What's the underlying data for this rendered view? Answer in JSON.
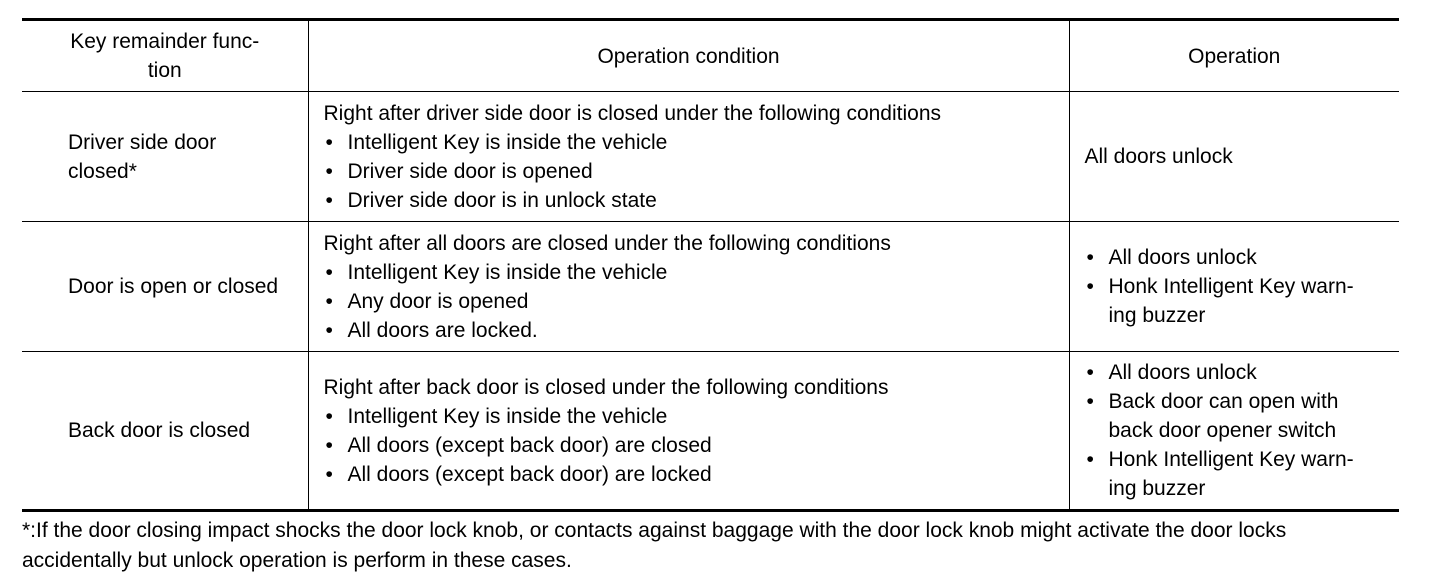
{
  "table": {
    "headers": {
      "function": [
        "Key remainder func-",
        "tion"
      ],
      "condition": "Operation condition",
      "operation": "Operation"
    },
    "rows": [
      {
        "function": [
          "Driver side door",
          "closed*"
        ],
        "condition_intro": "Right after driver side door is closed under the following conditions",
        "conditions": [
          "Intelligent Key is inside the vehicle",
          "Driver side door is opened",
          "Driver side door is in unlock state"
        ],
        "operation_text": "All doors unlock"
      },
      {
        "function": [
          "Door is open or closed"
        ],
        "condition_intro": "Right after all doors are closed under the following conditions",
        "conditions": [
          "Intelligent Key is inside the vehicle",
          "Any door is opened",
          "All doors are locked."
        ],
        "operations": [
          [
            "All doors unlock"
          ],
          [
            "Honk Intelligent Key warn-",
            "ing buzzer"
          ]
        ]
      },
      {
        "function": [
          "Back door is closed"
        ],
        "condition_intro": "Right after back door is closed under the following conditions",
        "conditions": [
          "Intelligent Key is inside the vehicle",
          "All doors (except back door) are closed",
          "All doors (except back door) are locked"
        ],
        "operations": [
          [
            "All doors unlock"
          ],
          [
            "Back door can open with",
            "back door opener switch"
          ],
          [
            "Honk Intelligent Key warn-",
            "ing buzzer"
          ]
        ]
      }
    ]
  },
  "footnote": [
    "*:If the door closing impact shocks the door lock knob, or contacts against baggage with the door lock knob might activate the door locks",
    "accidentally but unlock operation is perform in these cases."
  ],
  "bullet_glyph": "•"
}
